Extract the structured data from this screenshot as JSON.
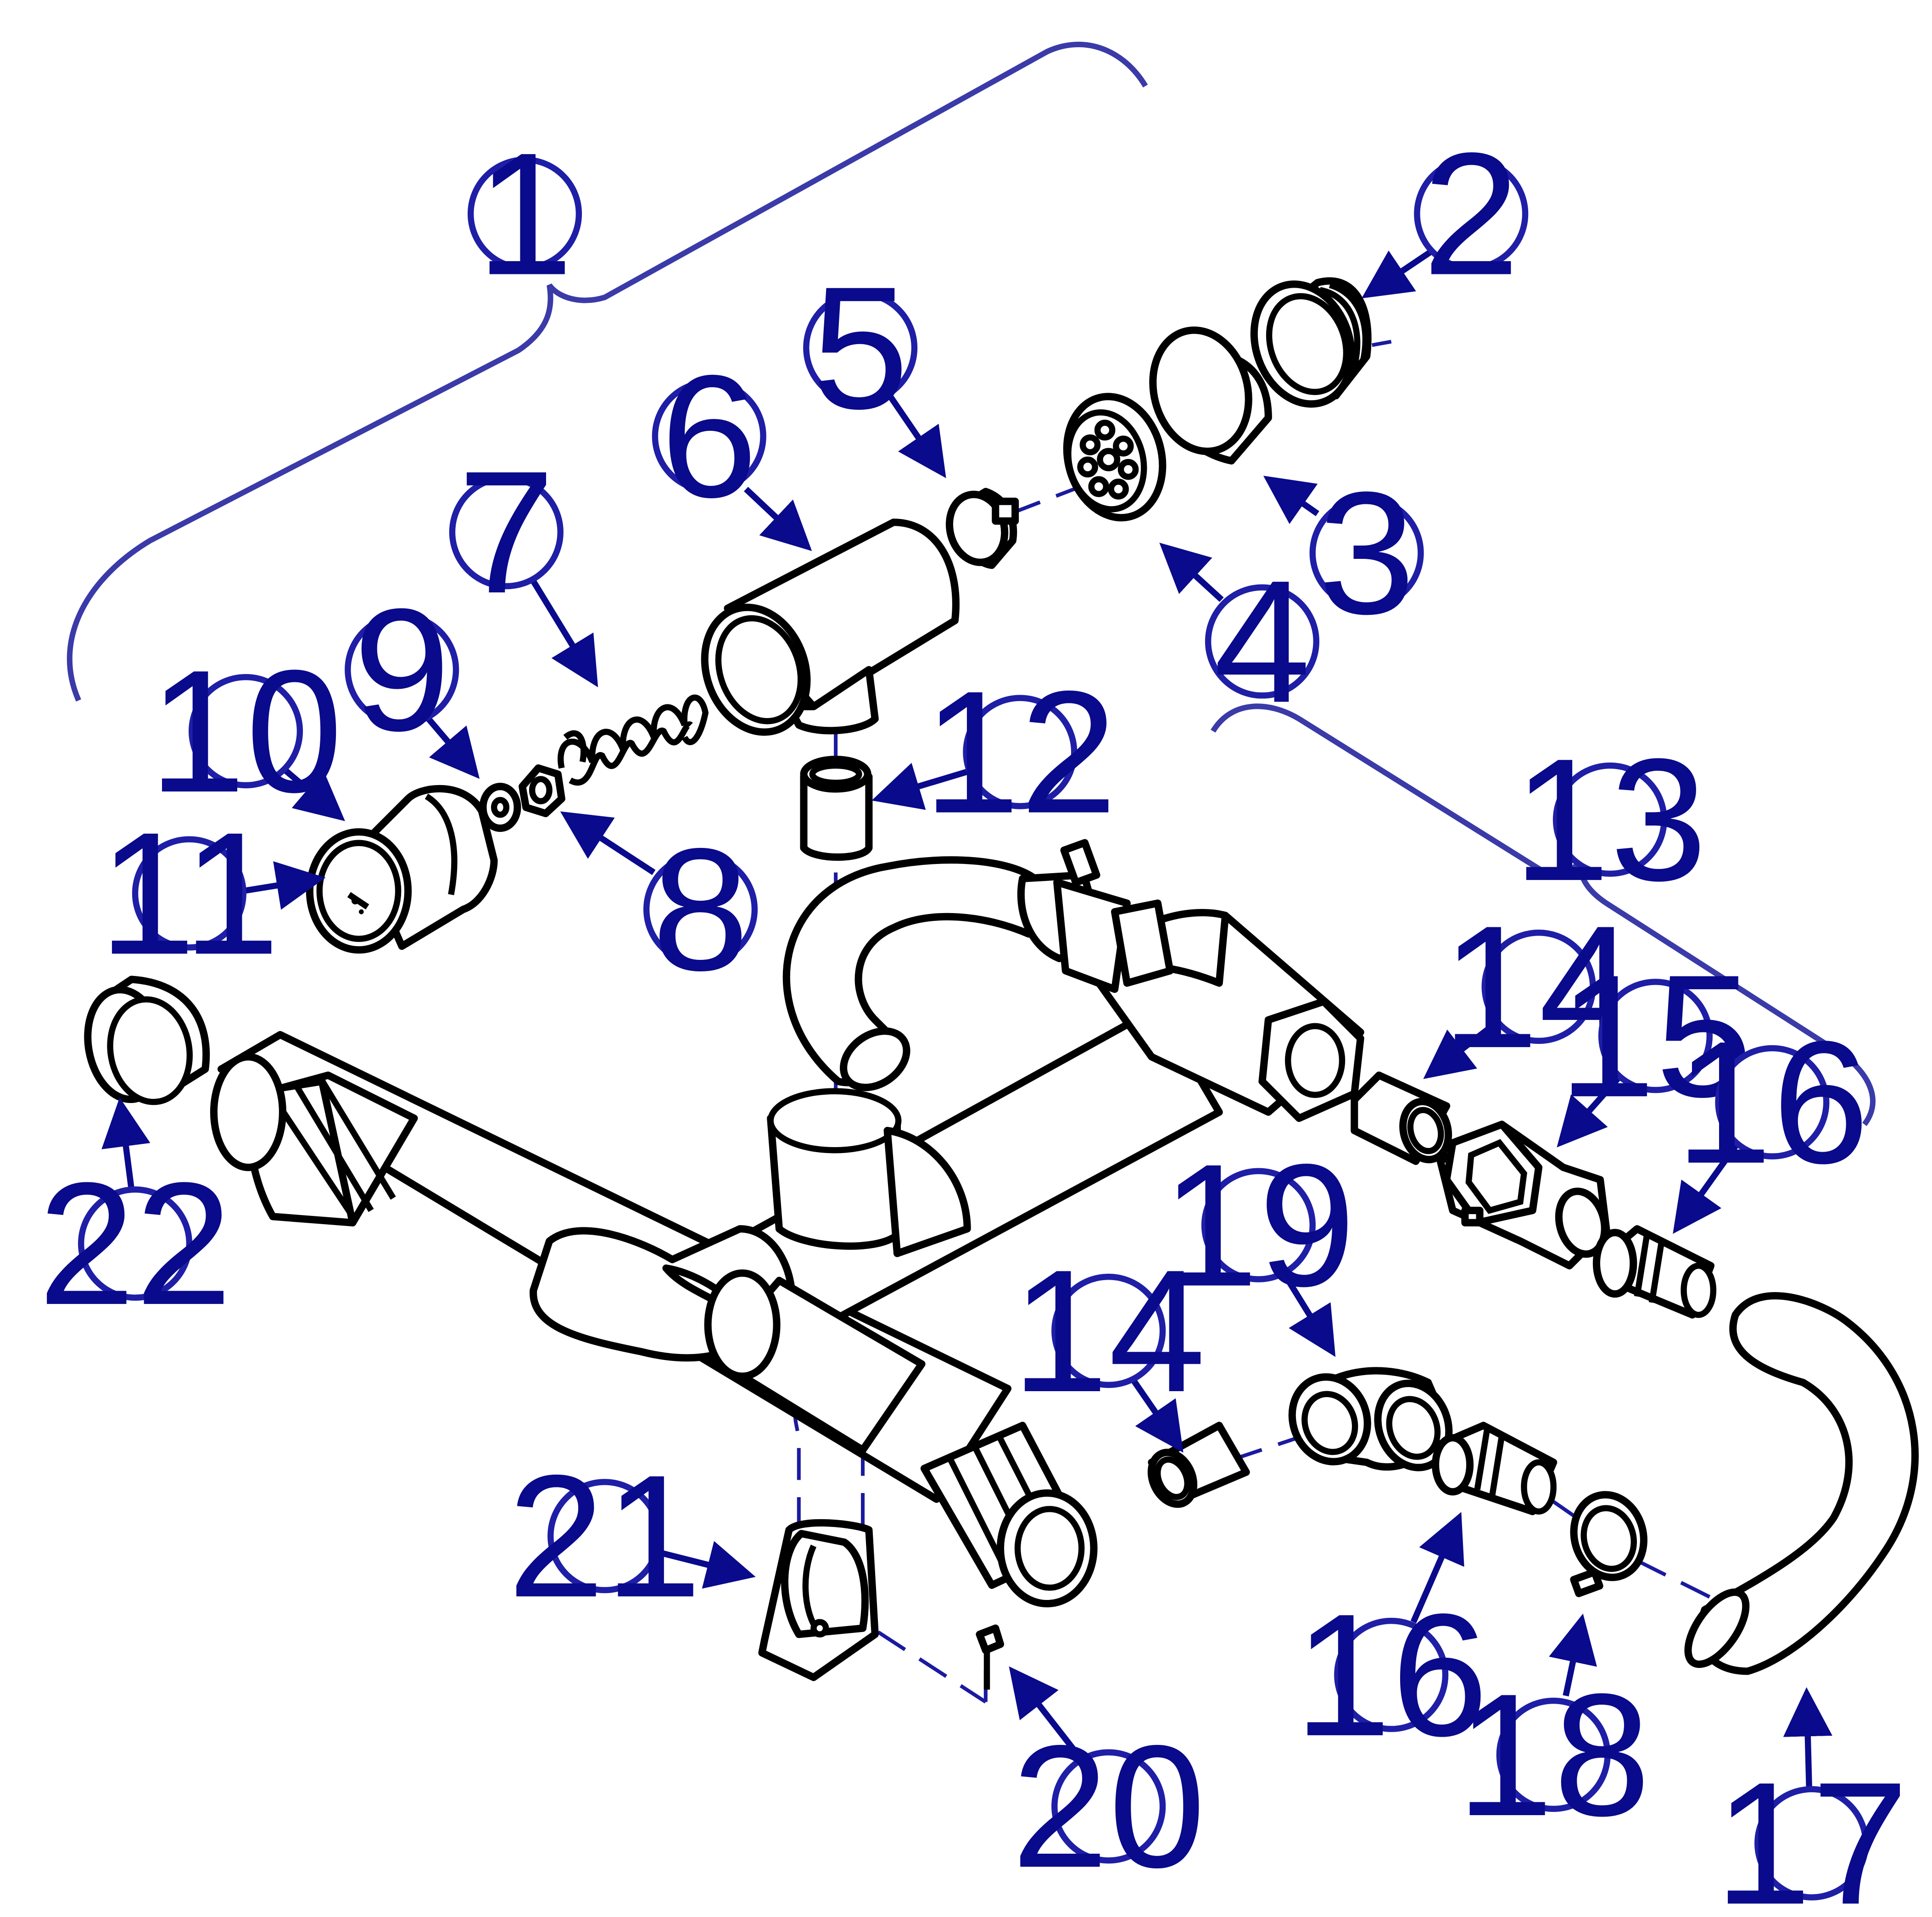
{
  "colors": {
    "callout": "#0a0a8c",
    "balloon_outline": "#1e1ea6",
    "brace": "#3a3aa8",
    "linework": "#000000",
    "background": "#ffffff"
  },
  "callouts": [
    {
      "id": "c1",
      "label": "1"
    },
    {
      "id": "c2",
      "label": "2"
    },
    {
      "id": "c3",
      "label": "3"
    },
    {
      "id": "c4",
      "label": "4"
    },
    {
      "id": "c5",
      "label": "5"
    },
    {
      "id": "c6",
      "label": "6"
    },
    {
      "id": "c7",
      "label": "7"
    },
    {
      "id": "c8",
      "label": "8"
    },
    {
      "id": "c9",
      "label": "9"
    },
    {
      "id": "c10",
      "label": "10"
    },
    {
      "id": "c11",
      "label": "11"
    },
    {
      "id": "c12",
      "label": "12"
    },
    {
      "id": "c13",
      "label": "13"
    },
    {
      "id": "c14a",
      "label": "14"
    },
    {
      "id": "c14b",
      "label": "14"
    },
    {
      "id": "c15",
      "label": "15"
    },
    {
      "id": "c16a",
      "label": "16"
    },
    {
      "id": "c16b",
      "label": "16"
    },
    {
      "id": "c17",
      "label": "17"
    },
    {
      "id": "c18",
      "label": "18"
    },
    {
      "id": "c19",
      "label": "19"
    },
    {
      "id": "c20",
      "label": "20"
    },
    {
      "id": "c21",
      "label": "21"
    },
    {
      "id": "c22",
      "label": "22"
    }
  ]
}
